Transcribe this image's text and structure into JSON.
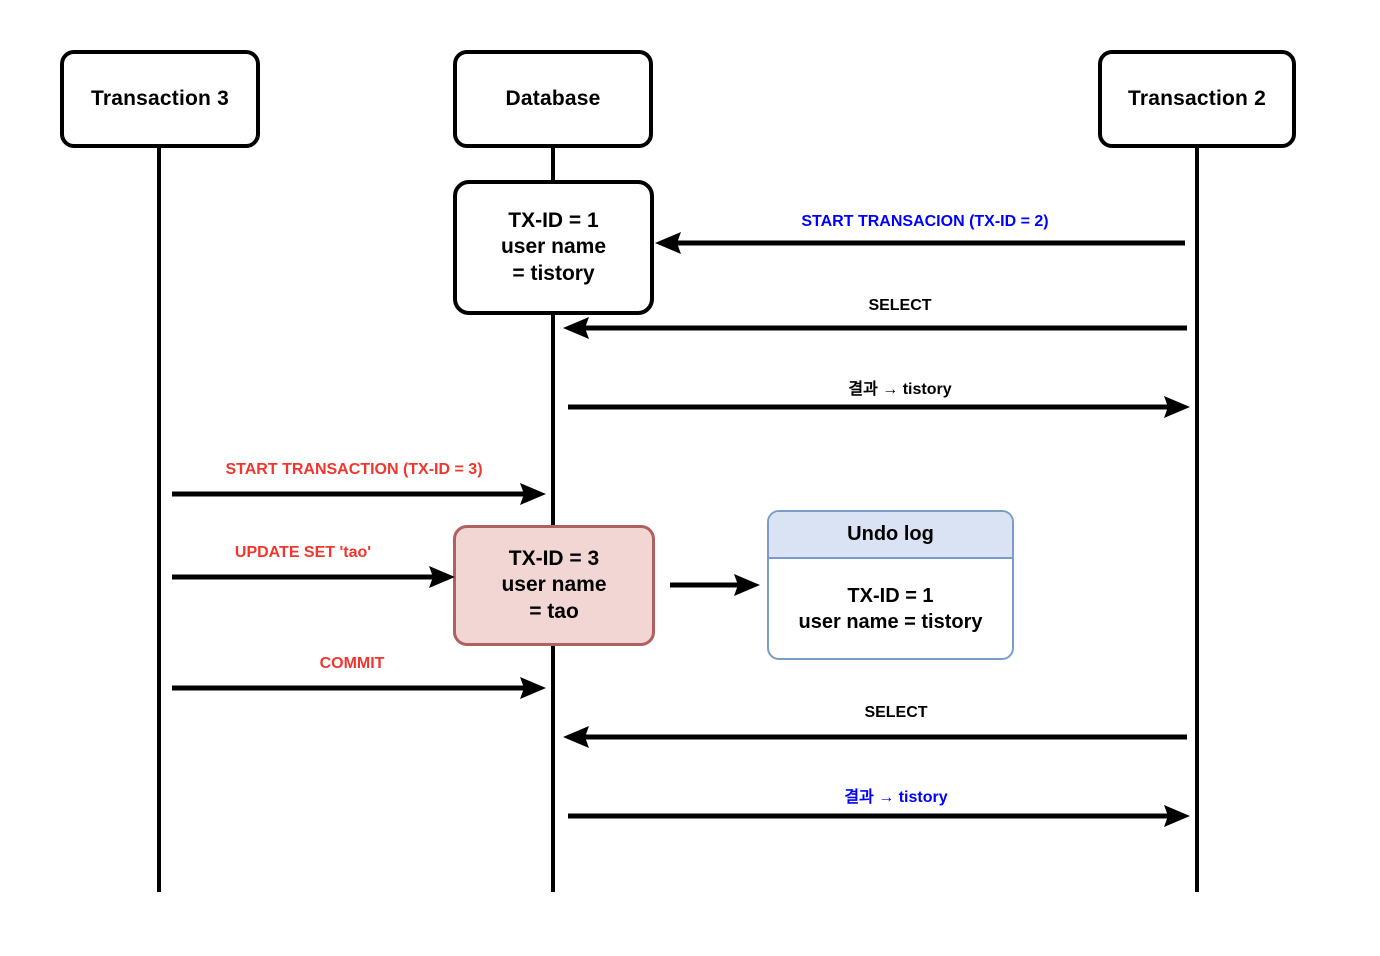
{
  "diagram": {
    "title": "MVCC undo log sequence diagram",
    "type": "sequence-diagram",
    "colors": {
      "stroke": "#000000",
      "blue_text": "#0000ff",
      "red_text": "#f2352d",
      "black_text": "#000000",
      "updated_box_fill": "#f2d6d4",
      "updated_box_border": "#b06060",
      "undo_header_fill": "#dae3f3",
      "undo_border": "#7b9bc8",
      "background": "#ffffff"
    }
  },
  "participants": [
    {
      "id": "tx3",
      "label": "Transaction 3"
    },
    {
      "id": "db",
      "label": "Database"
    },
    {
      "id": "tx2",
      "label": "Transaction 2"
    }
  ],
  "states": [
    {
      "id": "state-initial",
      "style": "plain",
      "lines": [
        "TX-ID = 1",
        "user name",
        "= tistory"
      ]
    },
    {
      "id": "state-updated",
      "style": "updated",
      "lines": [
        "TX-ID = 3",
        "user name",
        "= tao"
      ]
    }
  ],
  "undo_log": {
    "header": "Undo log",
    "lines": [
      "TX-ID = 1",
      "user name = tistory"
    ]
  },
  "messages": [
    {
      "id": "msg-start-transaction-2",
      "label": "START TRANSACION (TX-ID = 2)",
      "color": "#0000ff",
      "from": "tx2",
      "to": "db",
      "direction": "left"
    },
    {
      "id": "msg-select-1",
      "label": "SELECT",
      "color": "#000000",
      "from": "tx2",
      "to": "db",
      "direction": "left"
    },
    {
      "id": "msg-result-1",
      "label": "결과 → tistory",
      "color": "#000000",
      "from": "db",
      "to": "tx2",
      "direction": "right"
    },
    {
      "id": "msg-start-transaction-3",
      "label": "START TRANSACTION (TX-ID = 3)",
      "color": "#f2352d",
      "from": "tx3",
      "to": "db",
      "direction": "right"
    },
    {
      "id": "msg-update-set-tao",
      "label": "UPDATE SET 'tao'",
      "color": "#f2352d",
      "from": "tx3",
      "to": "db",
      "direction": "right"
    },
    {
      "id": "msg-commit",
      "label": "COMMIT",
      "color": "#f2352d",
      "from": "tx3",
      "to": "db",
      "direction": "right"
    },
    {
      "id": "msg-select-2",
      "label": "SELECT",
      "color": "#000000",
      "from": "tx2",
      "to": "db",
      "direction": "left"
    },
    {
      "id": "msg-result-2",
      "label": "결과 → tistory",
      "color": "#0000ff",
      "from": "db",
      "to": "tx2",
      "direction": "right"
    },
    {
      "id": "msg-write-undo-log",
      "label": "",
      "color": "#000000",
      "from": "state-updated",
      "to": "undo-log",
      "direction": "right"
    }
  ]
}
